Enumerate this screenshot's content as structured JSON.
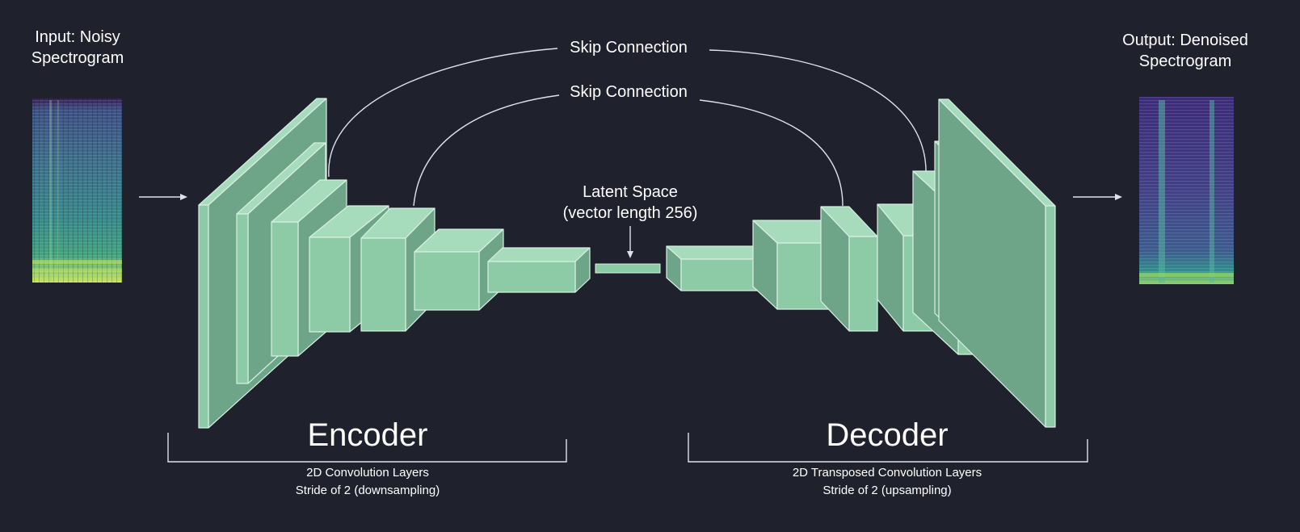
{
  "input_label": {
    "line1": "Input: Noisy",
    "line2": "Spectrogram"
  },
  "output_label": {
    "line1": "Output: Denoised",
    "line2": "Spectrogram"
  },
  "skip_connections": {
    "outer": "Skip Connection",
    "inner": "Skip Connection"
  },
  "latent": {
    "line1": "Latent Space",
    "line2": "(vector length 256)"
  },
  "encoder": {
    "title": "Encoder",
    "desc_line1": "2D Convolution Layers",
    "desc_line2": "Stride of 2 (downsampling)"
  },
  "decoder": {
    "title": "Decoder",
    "desc_line1": "2D Transposed Convolution Layers",
    "desc_line2": "Stride of 2 (upsampling)"
  },
  "colors": {
    "background": "#1f222d",
    "block_front": "#8ccba6",
    "block_top": "#a6dbbc",
    "block_side": "#6ea487",
    "text": "#ffffff"
  }
}
